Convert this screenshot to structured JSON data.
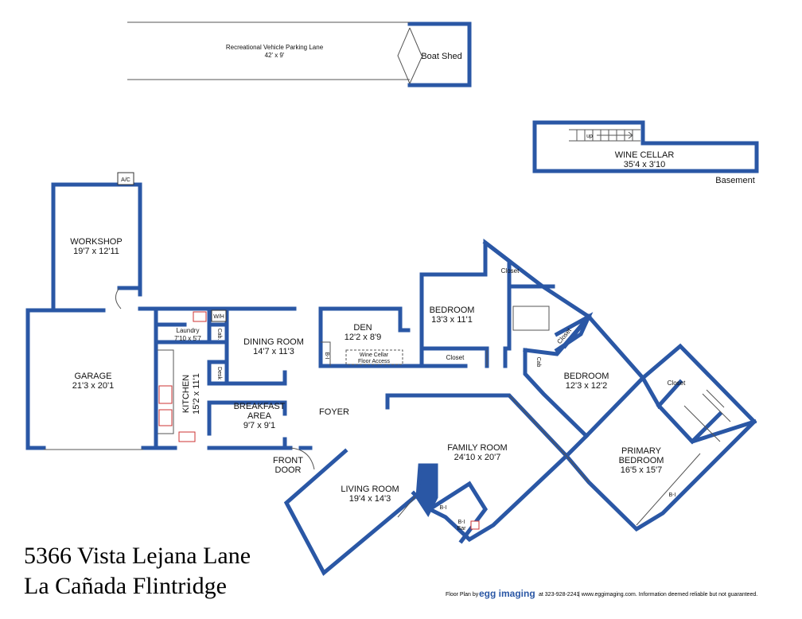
{
  "address": {
    "street": "5366 Vista Lejana Lane",
    "city": "La Cañada Flintridge"
  },
  "rooms": {
    "rv_parking": {
      "name": "Recreational Vehicle Parking Lane",
      "dims": "42' x 9'"
    },
    "boat_shed": {
      "name": "Boat Shed"
    },
    "wine_cellar": {
      "name": "WINE CELLAR",
      "dims": "35'4 x 3'10",
      "level": "Basement",
      "stair_label": "up"
    },
    "workshop": {
      "name": "WORKSHOP",
      "dims": "19'7 x 12'11",
      "ac_label": "A/C"
    },
    "garage": {
      "name": "GARAGE",
      "dims": "21'3 x 20'1"
    },
    "laundry": {
      "name": "Laundry",
      "dims": "7'10 x 5'7",
      "wh_label": "W/H",
      "cab_label": "Cab."
    },
    "kitchen": {
      "name": "KITCHEN",
      "dims": "15'2 x 11'1",
      "desk_label": "Desk"
    },
    "dining": {
      "name": "DINING ROOM",
      "dims": "14'7 x 11'3"
    },
    "den": {
      "name": "DEN",
      "dims": "12'2 x 8'9",
      "bi_label": "B-I",
      "cellar_access": [
        "Wine Cellar",
        "Floor Access"
      ]
    },
    "bedroom1": {
      "name": "BEDROOM",
      "dims": "13'3 x 11'1"
    },
    "bedroom2": {
      "name": "BEDROOM",
      "dims": "12'3 x 12'2"
    },
    "primary": {
      "name": "PRIMARY",
      "name2": "BEDROOM",
      "dims": "16'5 x 15'7",
      "bi_label": "B-I"
    },
    "breakfast": {
      "name": "BREAKFAST",
      "name2": "AREA",
      "dims": "9'7 x 9'1"
    },
    "foyer": {
      "name": "FOYER"
    },
    "front_door": {
      "name": "FRONT",
      "name2": "DOOR"
    },
    "living": {
      "name": "LIVING ROOM",
      "dims": "19'4 x 14'3"
    },
    "family": {
      "name": "FAMILY ROOM",
      "dims": "24'10 x 20'7",
      "bi_label": "B-I",
      "bar_label": "B-I",
      "bar_label2": "Bar"
    },
    "closets": {
      "closet1": "Closet",
      "closet2": "Closet",
      "closet3": "Closet",
      "closet4": "Closet",
      "cab": "Cab"
    }
  },
  "credit": {
    "prefix": "Floor Plan by",
    "brand": "egg imaging",
    "phone": "at 323-928-2241",
    "rest": "| www.eggimaging.com. Information deemed reliable but not guaranteed."
  },
  "colors": {
    "wall": "#2a57a5",
    "text": "#111111",
    "fixture": "#555555",
    "accent": "#cc3333"
  }
}
